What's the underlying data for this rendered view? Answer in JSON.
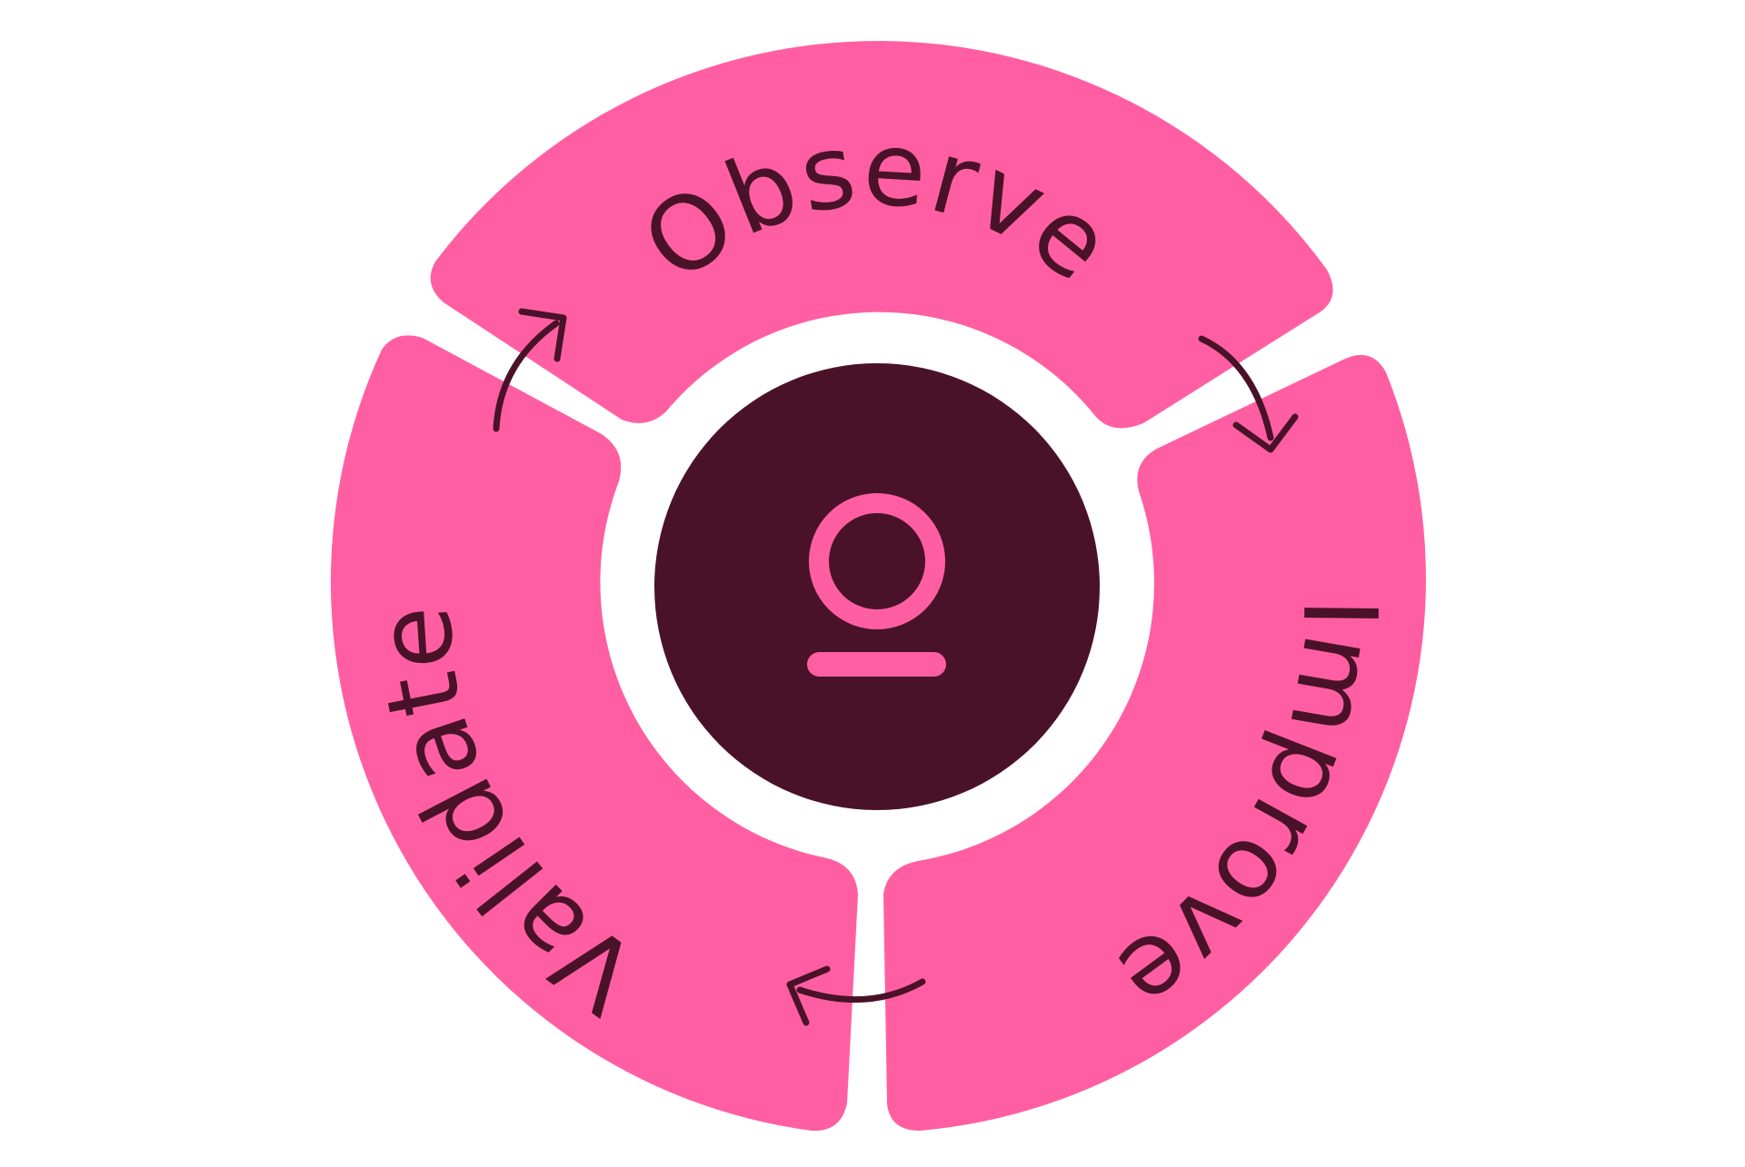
{
  "diagram": {
    "type": "cycle",
    "colors": {
      "segment_fill": "#FF5FA2",
      "text": "#4A1228",
      "hub_fill": "#4A1228",
      "hub_icon": "#FF5FA2",
      "background": "#FFFFFF"
    },
    "segments": [
      {
        "label": "Observe"
      },
      {
        "label": "Improve"
      },
      {
        "label": "Validate"
      }
    ],
    "hub_icon": "user-icon",
    "arrow_icon": "curved-arrow-icon"
  }
}
